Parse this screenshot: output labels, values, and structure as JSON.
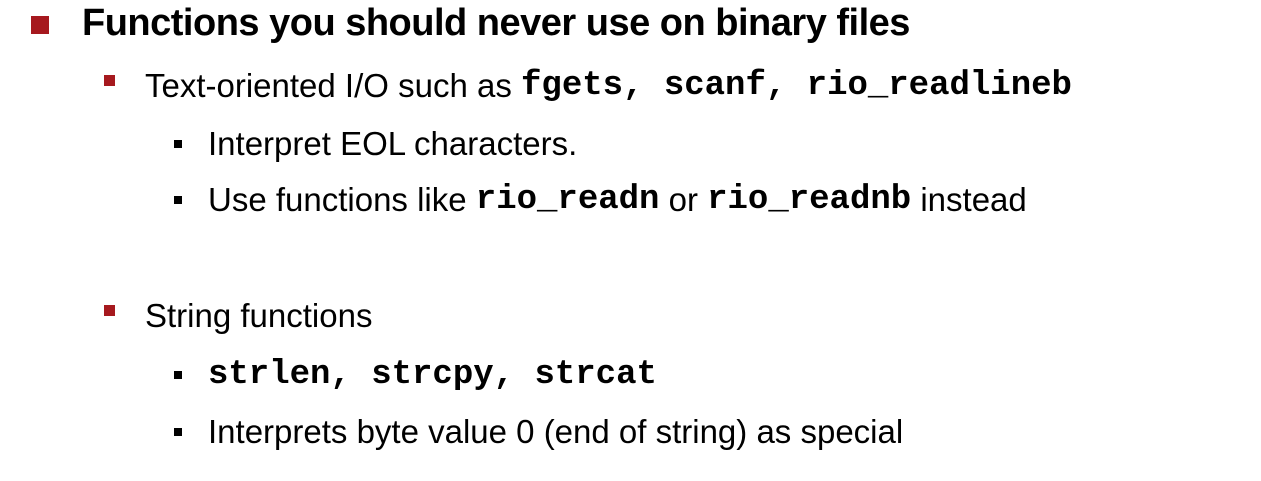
{
  "slide": {
    "heading": "Functions you should never use on binary files",
    "group1": {
      "label_prefix": "Text-oriented I/O such as ",
      "code": "fgets, scanf, rio_readlineb",
      "sub1": "Interpret EOL characters.",
      "sub2_prefix": "Use functions like ",
      "sub2_code1": "rio_readn",
      "sub2_mid": " or ",
      "sub2_code2": "rio_readnb",
      "sub2_suffix": " instead"
    },
    "group2": {
      "label": "String functions",
      "sub1_code": "strlen, strcpy, strcat",
      "sub2": "Interprets byte value 0 (end of string) as special"
    }
  },
  "colors": {
    "bullet_accent": "#a6191e",
    "text": "#000000",
    "background": "#ffffff"
  }
}
